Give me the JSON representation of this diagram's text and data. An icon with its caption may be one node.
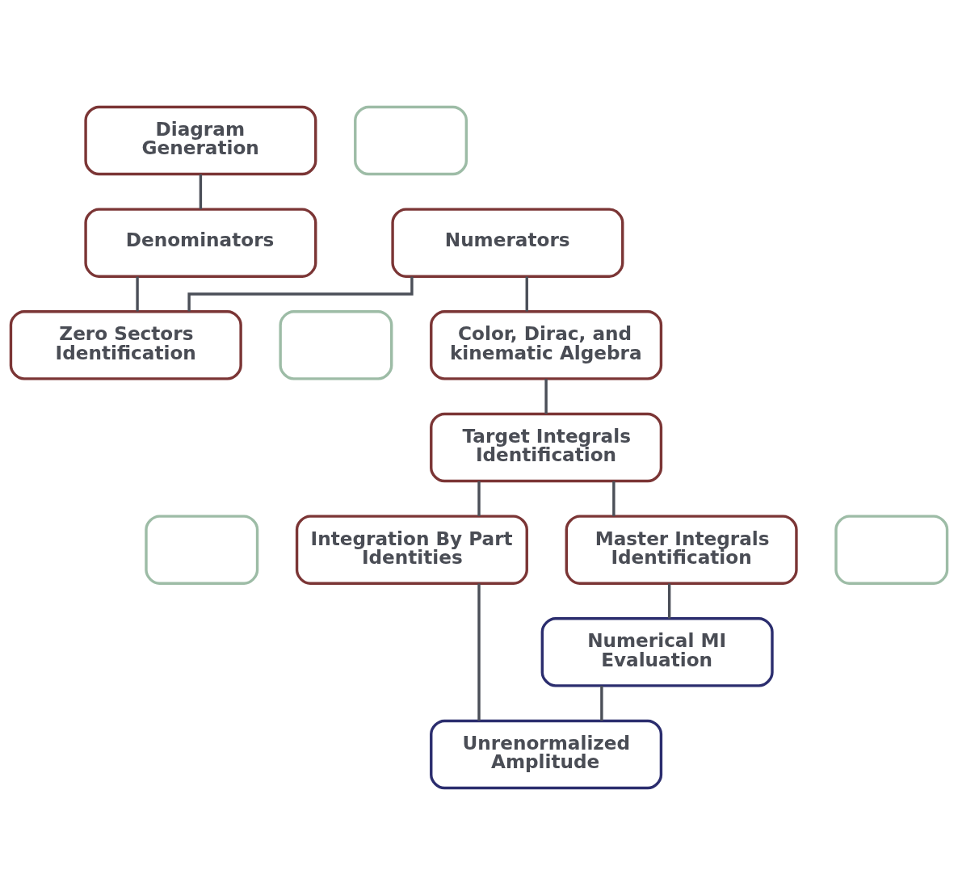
{
  "diagram": {
    "nodes": [
      {
        "text": [
          "Diagram Generation"
        ]
      },
      {
        "text": [],
        "shape": "box"
      },
      {
        "text": [
          "Denominators"
        ]
      },
      {
        "text": [
          "Numerators"
        ]
      },
      {
        "text": [
          "Zero Sectors Identification"
        ]
      },
      {
        "text": [],
        "shape": "box"
      },
      {
        "text": [
          "Color, Dirac, and kinematic Algebra"
        ]
      },
      {
        "text": [
          "Target Integrals Identification"
        ]
      },
      {
        "text": [
          "Master Integrals Identification"
        ]
      },
      {
        "text": [],
        "shape": "box"
      },
      {
        "text": [],
        "shape": "box"
      },
      {
        "text": [
          "Integration By Part Identities"
        ]
      },
      {
        "text": [
          "Numerical MI Evaluation"
        ]
      },
      {
        "text": [
          "Unrenormalized Amplitude"
        ]
      }
    ],
    "edges": [
      {
        "from": 0,
        "to": 2,
        "arrow": "none"
      },
      {
        "from": 2,
        "to": 4,
        "arrow": "none"
      },
      {
        "from": 4,
        "to": 3,
        "arrow": "none"
      },
      {
        "from": 3,
        "to": 6,
        "arrow": "none"
      },
      {
        "from": 6,
        "to": 7,
        "arrow": "none"
      },
      {
        "from": 7,
        "to": 11,
        "arrow": "none"
      },
      {
        "from": 7,
        "to": 8,
        "arrow": "none"
      },
      {
        "from": 8,
        "to": 12,
        "arrow": "none"
      },
      {
        "from": 11,
        "to": 13,
        "arrow": "none"
      },
      {
        "from": 12,
        "to": 13,
        "arrow": "none"
      }
    ]
  }
}
